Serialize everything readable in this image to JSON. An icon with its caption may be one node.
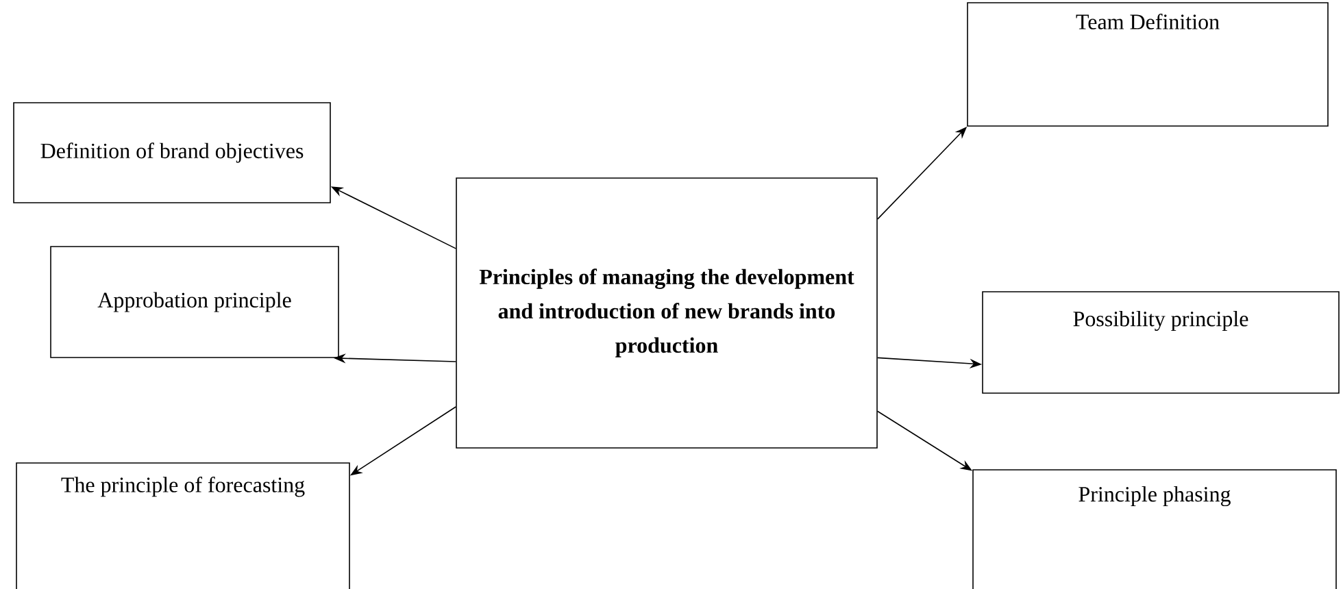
{
  "diagram": {
    "nodes": [
      {
        "text": [
          "Principles of managing the development and introduction of new brands into production"
        ]
      },
      {
        "text": [
          "Definition of brand objectives"
        ]
      },
      {
        "text": [
          "Team Definition"
        ]
      },
      {
        "text": [
          "Approbation principle"
        ]
      },
      {
        "text": [
          "Possibility principle"
        ]
      },
      {
        "text": [
          "The principle of forecasting"
        ]
      },
      {
        "text": [
          "Principle phasing"
        ]
      }
    ],
    "edges": [
      {
        "from": 0,
        "to": 1,
        "arrow": "to"
      },
      {
        "from": 0,
        "to": 3,
        "arrow": "to"
      },
      {
        "from": 0,
        "to": 5,
        "arrow": "to"
      },
      {
        "from": 0,
        "to": 2,
        "arrow": "to"
      },
      {
        "from": 0,
        "to": 4,
        "arrow": "to"
      },
      {
        "from": 0,
        "to": 6,
        "arrow": "to"
      }
    ]
  }
}
